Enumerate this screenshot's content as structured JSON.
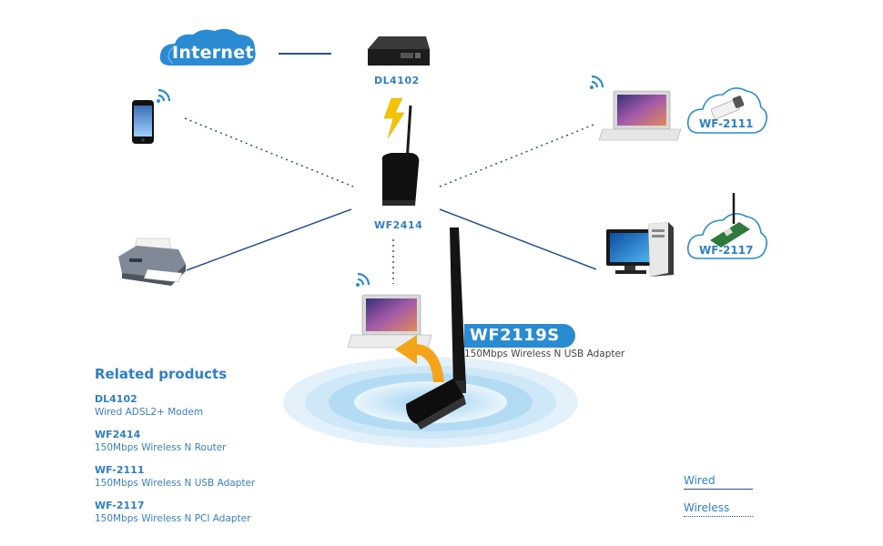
{
  "colors": {
    "accent": "#2f7fc6",
    "wired_line": "#2a4f8f",
    "cloud": "#2a8bd2",
    "arrow": "#f3a41b",
    "lightning": "#f5c400"
  },
  "nodes": {
    "internet": "Internet",
    "modem": "DL4102",
    "router": "WF2414",
    "usb_adapter_cloud": "WF-2111",
    "pci_adapter_cloud": "WF-2117"
  },
  "featured": {
    "name": "WF2119S",
    "description": "150Mbps Wireless N USB Adapter"
  },
  "related": {
    "title": "Related products",
    "items": [
      {
        "name": "DL4102",
        "desc": "Wired ADSL2+ Modem"
      },
      {
        "name": "WF2414",
        "desc": "150Mbps Wireless N Router"
      },
      {
        "name": "WF-2111",
        "desc": "150Mbps Wireless N USB Adapter"
      },
      {
        "name": "WF-2117",
        "desc": "150Mbps Wireless N PCI Adapter"
      }
    ]
  },
  "legend": {
    "wired": "Wired",
    "wireless": "Wireless"
  },
  "icons": [
    "wifi-icon",
    "smartphone-icon",
    "printer-icon",
    "laptop-icon",
    "desktop-icon",
    "modem-icon",
    "router-icon",
    "usb-adapter-icon",
    "pci-card-icon",
    "lightning-icon",
    "curved-arrow-icon"
  ]
}
